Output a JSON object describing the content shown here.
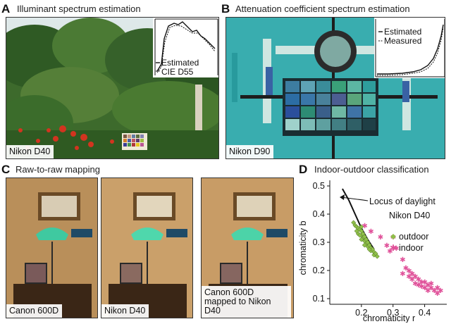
{
  "panel_a": {
    "letter": "A",
    "title": "Illuminant spectrum estimation",
    "camera": "Nikon D40",
    "legend": [
      "Estimated",
      "CIE D55"
    ]
  },
  "panel_b": {
    "letter": "B",
    "title": "Attenuation coefficient spectrum estimation",
    "camera": "Nikon D90",
    "legend": [
      "Estimated",
      "Measured"
    ]
  },
  "panel_c": {
    "letter": "C",
    "title": "Raw-to-raw mapping",
    "cameras": [
      "Canon 600D",
      "Nikon D40",
      "Canon 600D mapped to Nikon D40"
    ]
  },
  "panel_d": {
    "letter": "D",
    "title": "Indoor-outdoor classification"
  },
  "colors": {
    "outdoor": "#8fbf4a",
    "indoor": "#e0529a",
    "foliage": "#3a6b2a",
    "water": "#3fb7b9",
    "lamp_glow": "#c79a5e"
  },
  "chart_data": {
    "type": "scatter",
    "xlabel": "chromaticity r",
    "ylabel": "chromaticity b",
    "xlim": [
      0.1,
      0.47
    ],
    "ylim": [
      0.08,
      0.52
    ],
    "x_ticks": [
      "0.2",
      "0.3",
      "0.4"
    ],
    "y_ticks": [
      "0.1",
      "0.2",
      "0.3",
      "0.4",
      "0.5"
    ],
    "annotation": "Locus of daylight",
    "camera": "Nikon D40",
    "locus": [
      [
        0.14,
        0.49
      ],
      [
        0.16,
        0.45
      ],
      [
        0.18,
        0.4
      ],
      [
        0.2,
        0.35
      ],
      [
        0.22,
        0.31
      ],
      [
        0.24,
        0.275
      ]
    ],
    "series": [
      {
        "name": "outdoor",
        "marker": "diamond",
        "points": [
          [
            0.175,
            0.37
          ],
          [
            0.18,
            0.36
          ],
          [
            0.185,
            0.355
          ],
          [
            0.19,
            0.35
          ],
          [
            0.19,
            0.33
          ],
          [
            0.195,
            0.345
          ],
          [
            0.2,
            0.34
          ],
          [
            0.2,
            0.325
          ],
          [
            0.205,
            0.33
          ],
          [
            0.205,
            0.315
          ],
          [
            0.21,
            0.32
          ],
          [
            0.21,
            0.305
          ],
          [
            0.215,
            0.31
          ],
          [
            0.215,
            0.295
          ],
          [
            0.22,
            0.3
          ],
          [
            0.22,
            0.285
          ],
          [
            0.225,
            0.29
          ],
          [
            0.23,
            0.28
          ],
          [
            0.23,
            0.27
          ],
          [
            0.235,
            0.275
          ],
          [
            0.24,
            0.265
          ],
          [
            0.24,
            0.255
          ],
          [
            0.245,
            0.26
          ],
          [
            0.25,
            0.25
          ],
          [
            0.185,
            0.34
          ],
          [
            0.195,
            0.325
          ],
          [
            0.2,
            0.31
          ],
          [
            0.21,
            0.29
          ],
          [
            0.225,
            0.275
          ],
          [
            0.2,
            0.355
          ]
        ]
      },
      {
        "name": "indoor",
        "marker": "star",
        "points": [
          [
            0.21,
            0.36
          ],
          [
            0.23,
            0.34
          ],
          [
            0.26,
            0.32
          ],
          [
            0.28,
            0.29
          ],
          [
            0.29,
            0.27
          ],
          [
            0.3,
            0.32
          ],
          [
            0.31,
            0.28
          ],
          [
            0.33,
            0.24
          ],
          [
            0.34,
            0.21
          ],
          [
            0.35,
            0.2
          ],
          [
            0.36,
            0.19
          ],
          [
            0.37,
            0.18
          ],
          [
            0.38,
            0.17
          ],
          [
            0.38,
            0.15
          ],
          [
            0.39,
            0.16
          ],
          [
            0.4,
            0.16
          ],
          [
            0.4,
            0.14
          ],
          [
            0.41,
            0.15
          ],
          [
            0.42,
            0.14
          ],
          [
            0.43,
            0.13
          ],
          [
            0.44,
            0.14
          ],
          [
            0.45,
            0.13
          ],
          [
            0.36,
            0.17
          ],
          [
            0.37,
            0.155
          ],
          [
            0.39,
            0.145
          ],
          [
            0.41,
            0.13
          ],
          [
            0.35,
            0.18
          ],
          [
            0.42,
            0.155
          ],
          [
            0.33,
            0.19
          ],
          [
            0.44,
            0.12
          ]
        ]
      }
    ]
  }
}
